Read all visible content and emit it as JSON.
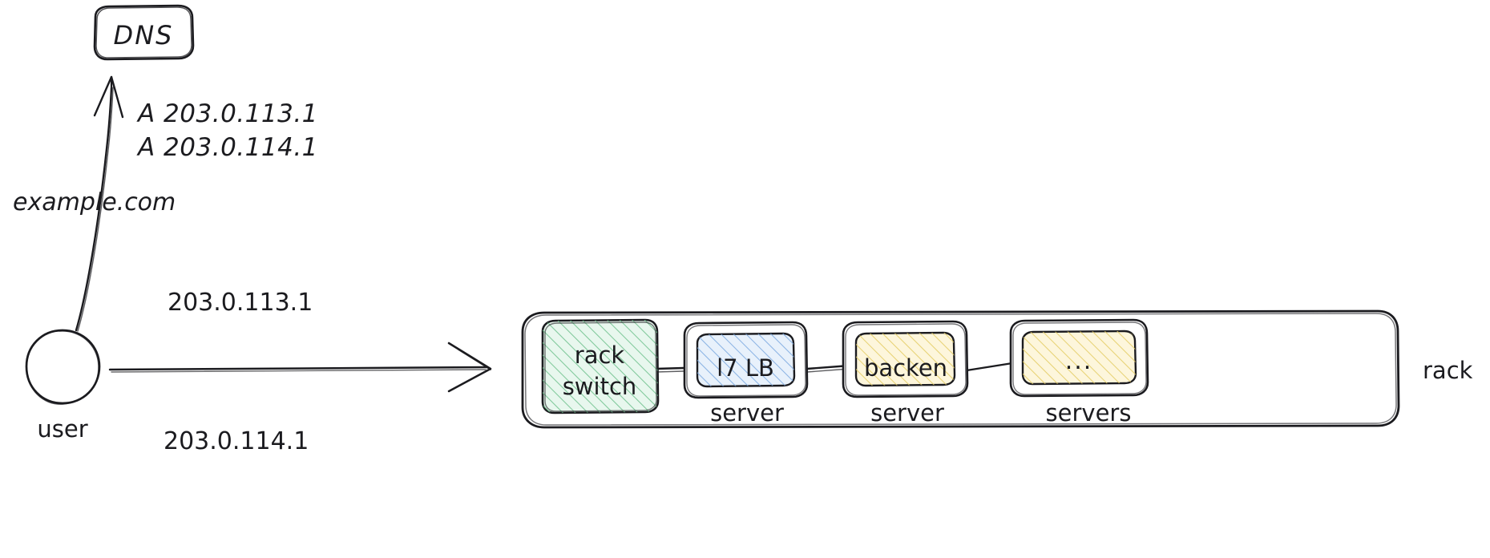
{
  "diagram": {
    "title_nodes": {
      "dns": "DNS",
      "user": "user",
      "rack": "rack"
    },
    "dns_records": [
      "A  203.0.113.1",
      "A  203.0.114.1"
    ],
    "query_label": "example.com",
    "traffic_labels": {
      "top": "203.0.113.1",
      "bottom": "203.0.114.1"
    },
    "rack_nodes": [
      {
        "id": "rack-switch",
        "label_line1": "rack",
        "label_line2": "switch",
        "caption": "",
        "fill": "#e8f7ee",
        "hatch": "#6cc08b",
        "nested": false
      },
      {
        "id": "l7-lb",
        "label_line1": "l7 LB",
        "label_line2": "",
        "caption": "server",
        "fill": "#e8f1fb",
        "hatch": "#7aa8e0",
        "nested": true
      },
      {
        "id": "backend",
        "label_line1": "backen",
        "label_line2": "",
        "caption": "server",
        "fill": "#fdf6dc",
        "hatch": "#e3cc62",
        "nested": true
      },
      {
        "id": "more-servers",
        "label_line1": "...",
        "label_line2": "",
        "caption": "servers",
        "fill": "#fdf6dc",
        "hatch": "#e3cc62",
        "nested": true
      }
    ],
    "colors": {
      "stroke": "#1b1b1f",
      "background": "#ffffff",
      "green_fill": "#e8f7ee",
      "green_hatch": "#6cc08b",
      "blue_fill": "#e8f1fb",
      "blue_hatch": "#7aa8e0",
      "yellow_fill": "#fdf6dc",
      "yellow_hatch": "#e3cc62"
    }
  }
}
